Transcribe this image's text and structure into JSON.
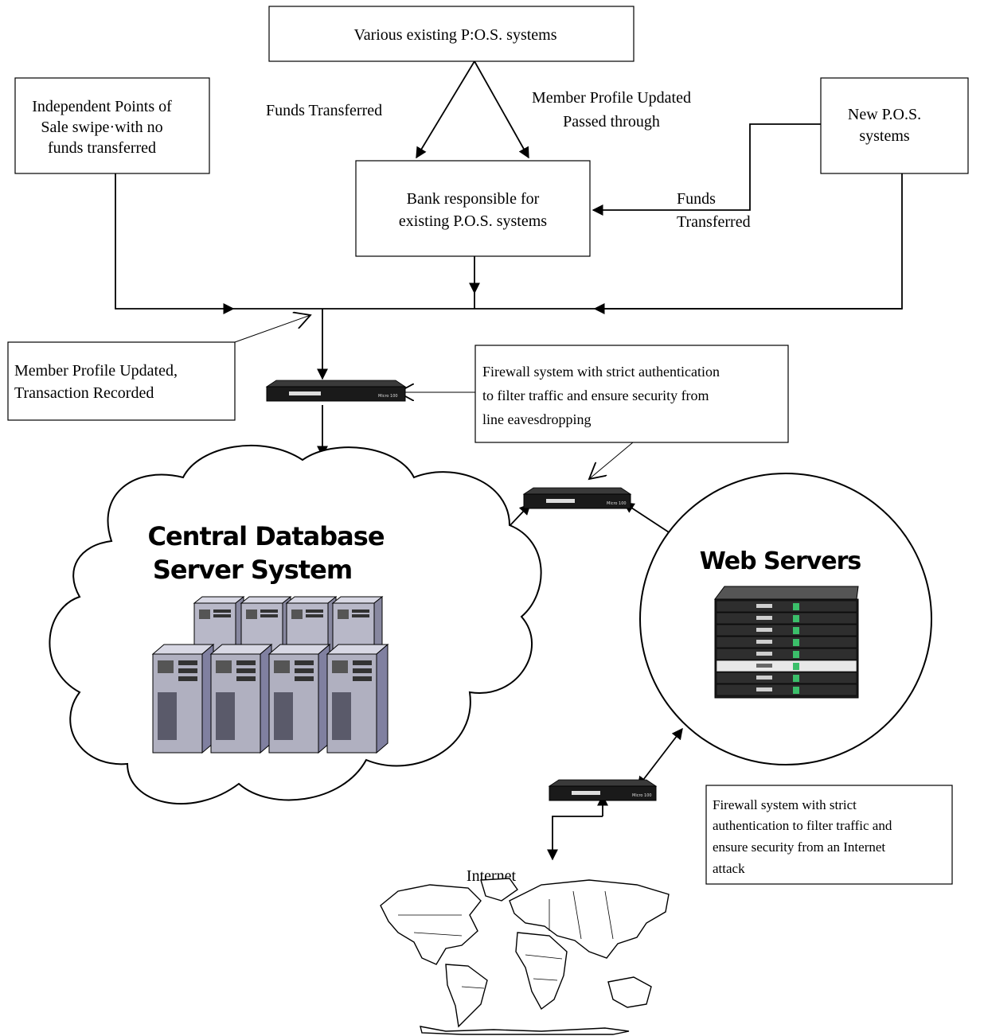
{
  "boxes": {
    "existing_pos": "Various existing P:O.S. systems",
    "independent_line1": "Independent Points of",
    "independent_line2": "Sale swipe·with no",
    "independent_line3": "funds transferred",
    "new_pos_line1": "New P.O.S.",
    "new_pos_line2": "systems",
    "bank_line1": "Bank responsible for",
    "bank_line2": "existing P.O.S. systems",
    "member_line1": "Member Profile Updated,",
    "member_line2": "Transaction Recorded",
    "firewall1_line1": "Firewall system with strict authentication",
    "firewall1_line2": "to filter traffic and ensure security from",
    "firewall1_line3": "line eavesdropping",
    "firewall2_line1": "Firewall system with strict",
    "firewall2_line2": "authentication to filter traffic and",
    "firewall2_line3": "ensure security from an Internet",
    "firewall2_line4": "attack"
  },
  "edge_labels": {
    "funds_transferred_left": "Funds Transferred",
    "member_profile_line1": "Member Profile Updated",
    "member_profile_line2": "Passed through",
    "funds_right_line1": "Funds",
    "funds_right_line2": "Transferred"
  },
  "nodes": {
    "central_db_line1": "Central Database",
    "central_db_line2": "Server System",
    "web_servers": "Web Servers",
    "internet": "Internet",
    "device_label": "Micro 100"
  },
  "icons": {
    "router": "router-icon",
    "server_tower": "server-tower-icon",
    "rack": "rack-server-icon",
    "world_map": "world-map-icon"
  }
}
